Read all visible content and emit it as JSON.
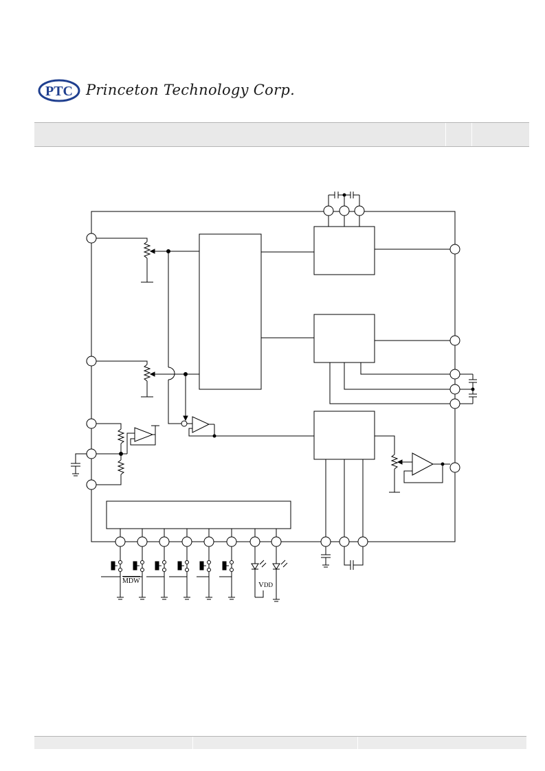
{
  "header": {
    "company_name": "Princeton Technology Corp.",
    "logo_text": "PTC"
  },
  "diagram": {
    "labels": {
      "mdw": "MDW",
      "vdd": "V",
      "vdd_sub": "DD"
    }
  },
  "colors": {
    "logo_blue": "#1f3f8f",
    "line": "#000000",
    "bar": "#e9e9e9"
  }
}
